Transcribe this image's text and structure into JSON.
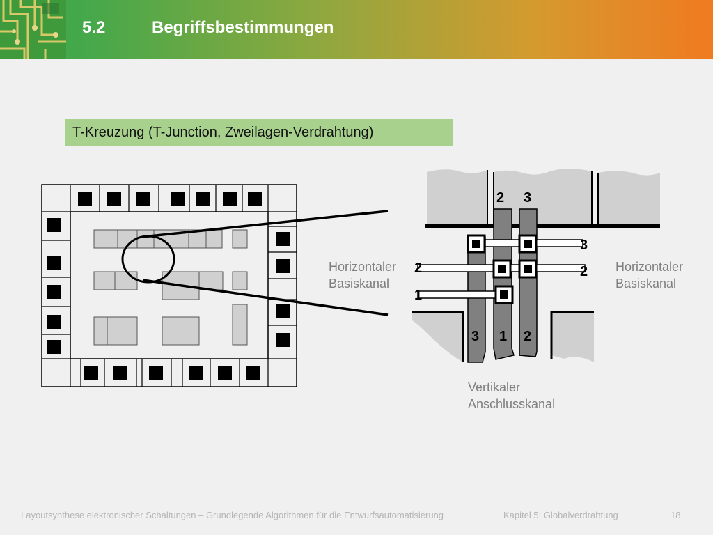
{
  "header": {
    "section_number": "5.2",
    "section_title": "Begriffsbestimmungen"
  },
  "subtitle": "T-Kreuzung (T-Junction, Zweilagen-Verdrahtung)",
  "diagram": {
    "track_numbers": {
      "top_left": "2",
      "top_right": "3",
      "right_upper": "3",
      "right_lower": "2",
      "left_upper": "2",
      "left_lower": "1",
      "bottom_left": "3",
      "bottom_middle": "1",
      "bottom_right": "2"
    },
    "labels": {
      "left_channel_line1": "Horizontaler",
      "left_channel_line2": "Basiskanal",
      "right_channel_line1": "Horizontaler",
      "right_channel_line2": "Basiskanal",
      "vertical_channel_line1": "Vertikaler",
      "vertical_channel_line2": "Anschlusskanal"
    }
  },
  "footer": {
    "course": "Layoutsynthese elektronischer Schaltungen – Grundlegende Algorithmen für die Entwurfsautomatisierung",
    "chapter": "Kapitel 5: Globalverdrahtung",
    "page": "18"
  },
  "colors": {
    "header_start": "#3aab4f",
    "header_end": "#f07a20",
    "subtitle_bg": "#a9d18e",
    "wire_dark": "#808080",
    "block_light": "#d0d0d0"
  }
}
